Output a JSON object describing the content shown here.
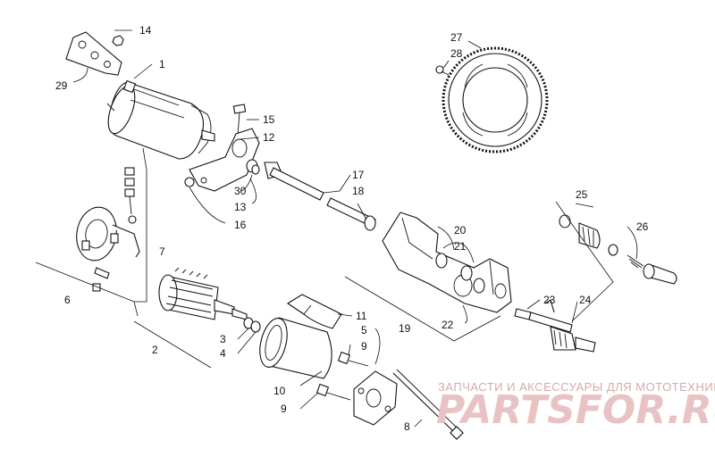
{
  "diagram": {
    "callouts": [
      "1",
      "2",
      "3",
      "4",
      "5",
      "6",
      "7",
      "8",
      "9",
      "9",
      "10",
      "11",
      "12",
      "13",
      "14",
      "15",
      "16",
      "17",
      "18",
      "19",
      "20",
      "21",
      "22",
      "23",
      "24",
      "25",
      "26",
      "27",
      "28",
      "29",
      "30"
    ]
  },
  "watermark": {
    "tagline": "ЗАПЧАСТИ И АКСЕССУАРЫ ДЛЯ МОТОТЕХНИКИ",
    "logo": "PARTSFOR.RU"
  },
  "colors": {
    "line": "#111111",
    "watermark": "#e3b4b4"
  }
}
